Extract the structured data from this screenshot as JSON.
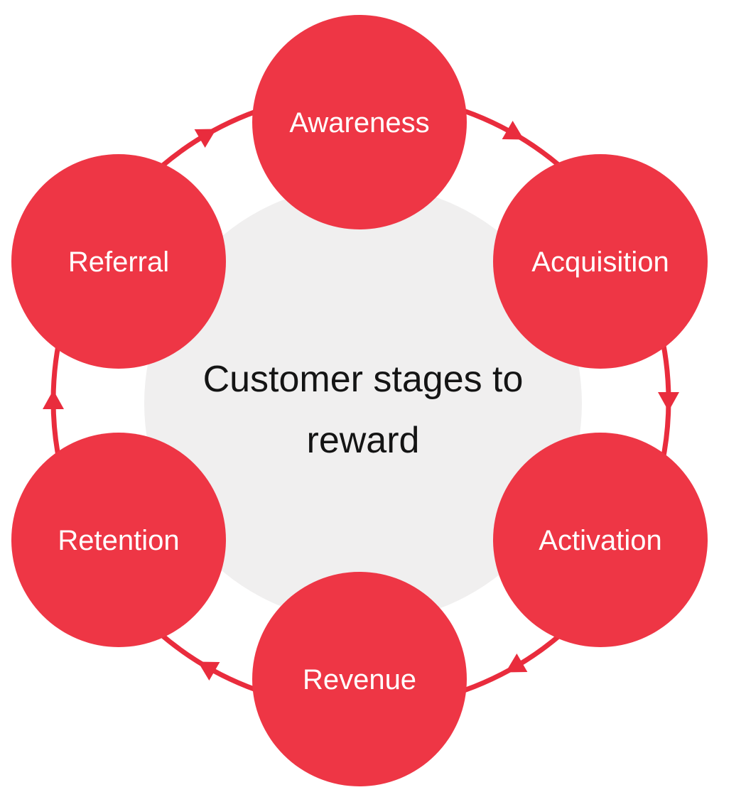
{
  "diagram": {
    "title": "Customer stages to reward",
    "title_lines": [
      "Customer stages to",
      "reward"
    ],
    "flow_direction": "clockwise",
    "stages": [
      {
        "label": "Awareness"
      },
      {
        "label": "Acquisition"
      },
      {
        "label": "Activation"
      },
      {
        "label": "Revenue"
      },
      {
        "label": "Retention"
      },
      {
        "label": "Referral"
      }
    ],
    "colors": {
      "stage_fill": "#EE3645",
      "stage_text": "#FFFFFF",
      "arrow": "#E92C3D",
      "center_fill": "#F0EFEF",
      "title_text": "#141414",
      "background": "#FFFFFF"
    }
  }
}
